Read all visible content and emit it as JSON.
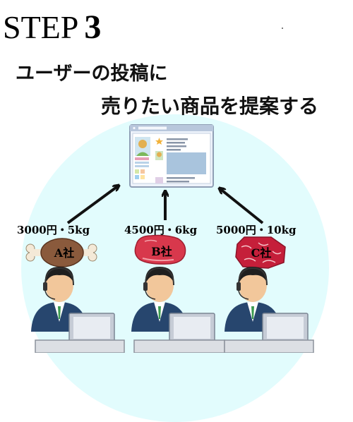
{
  "title": {
    "step_word": "STEP",
    "step_number": "3"
  },
  "headline": {
    "line1": "ユーザーの投稿に",
    "line2": "売りたい商品を提案する"
  },
  "offers": [
    {
      "price": "3000円・5kg",
      "company": "A社",
      "meat": "bone-in meat"
    },
    {
      "price": "4500円・6kg",
      "company": "B社",
      "meat": "red meat chunk"
    },
    {
      "price": "5000円・10kg",
      "company": "C社",
      "meat": "marbled beef block"
    }
  ],
  "colors": {
    "circle": "#e2fcfd",
    "bone_meat": "#8a5a3c",
    "red_meat": "#d8384c",
    "beef_block": "#c51f3a",
    "screen_frame": "#8f9fb5"
  }
}
